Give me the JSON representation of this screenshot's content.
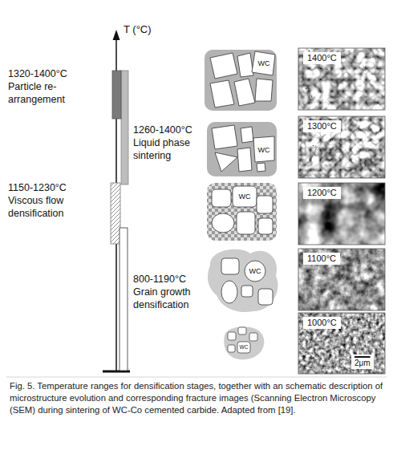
{
  "diagram": {
    "caption": "Fig. 5. Temperature ranges for densification stages, together with an schematic description of microstructure evolution and corresponding fracture images (Scanning Electron Microscopy (SEM) during sintering of WC-Co cemented carbide. Adapted from [19].",
    "nodes": [
      {
        "text": [
          "WC"
        ]
      },
      {
        "text": [
          "1400°C"
        ]
      },
      {
        "text": [
          "WC"
        ]
      },
      {
        "text": [
          "1300°C"
        ]
      },
      {
        "text": [
          "WC"
        ]
      },
      {
        "text": [
          "1200°C"
        ]
      },
      {
        "text": [
          "WC"
        ]
      },
      {
        "text": [
          "1100°C"
        ]
      },
      {
        "text": [
          "WC"
        ]
      },
      {
        "text": [
          "1000°C",
          "2μm"
        ]
      }
    ],
    "labels": [
      "T (°C)",
      "1320-1400°C Particle re-arrangement",
      "1260-1400°C Liquid phase sintering",
      "1150-1230°C Viscous flow densification",
      "800-1190°C Grain growth densification"
    ]
  }
}
